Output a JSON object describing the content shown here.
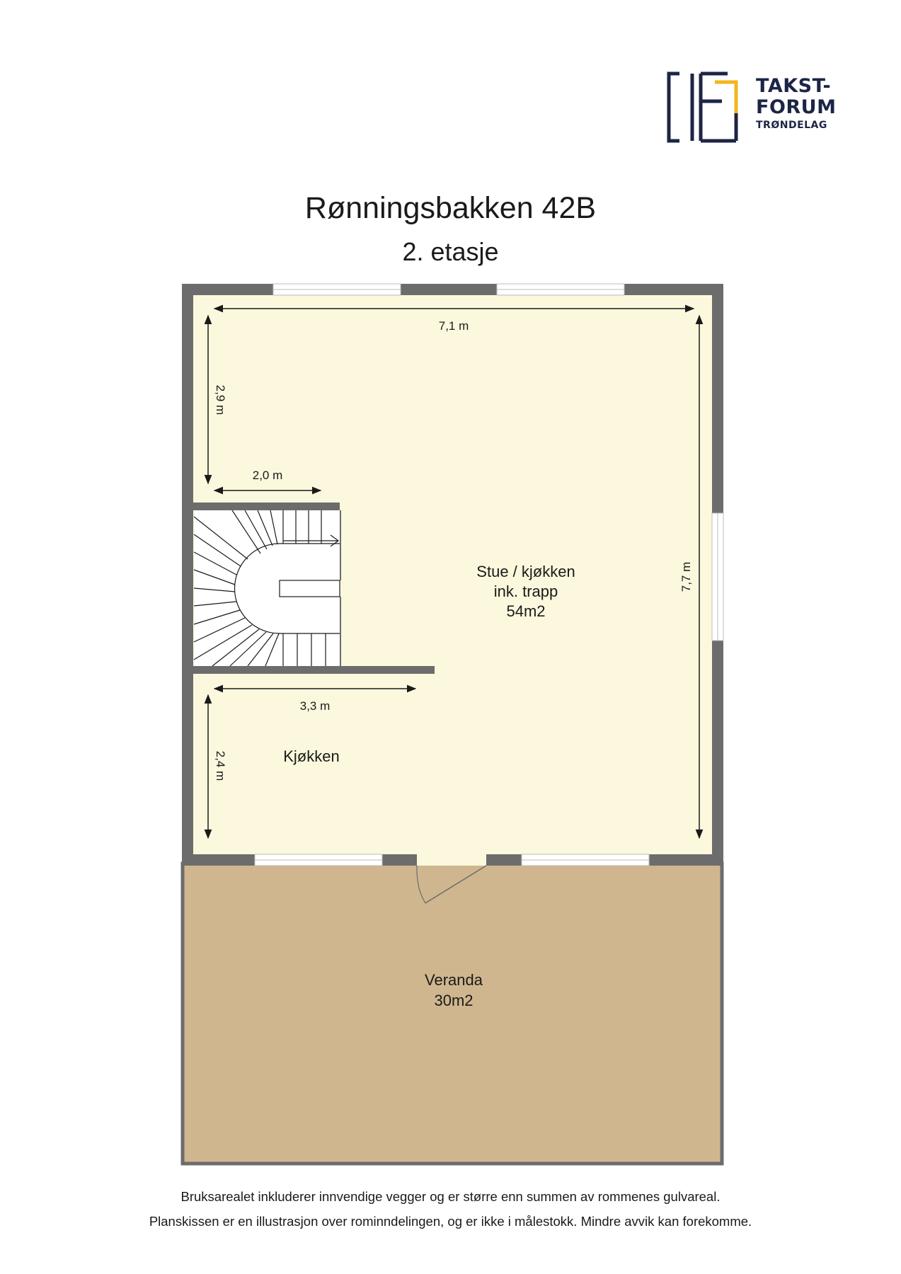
{
  "brand": {
    "line1": "TAKST-",
    "line2": "FORUM",
    "line3": "TRØNDELAG",
    "colors": {
      "navy": "#1d2545",
      "gold": "#f2b51c"
    }
  },
  "title": "Rønningsbakken 42B",
  "subtitle": "2. etasje",
  "rooms": {
    "stue": {
      "name": "Stue / kjøkken",
      "note": "ink. trapp",
      "area": "54m2"
    },
    "kjokken": {
      "name": "Kjøkken"
    },
    "veranda": {
      "name": "Veranda",
      "area": "30m2"
    }
  },
  "dimensions": {
    "top_width": "7,1 m",
    "left_upper": "2,9 m",
    "stair_width": "2,0 m",
    "right_height": "7,7 m",
    "kitchen_width": "3,3 m",
    "kitchen_height": "2,4 m"
  },
  "colors": {
    "floor": "#fbf8dd",
    "veranda": "#cfb68f",
    "wall": "#6c6c6c"
  },
  "footer": {
    "line1": "Bruksarealet inkluderer innvendige vegger og er større enn summen av rommenes gulvareal.",
    "line2": "Planskissen er en illustrasjon over rominndelingen, og er ikke i målestokk. Mindre avvik kan forekomme."
  }
}
